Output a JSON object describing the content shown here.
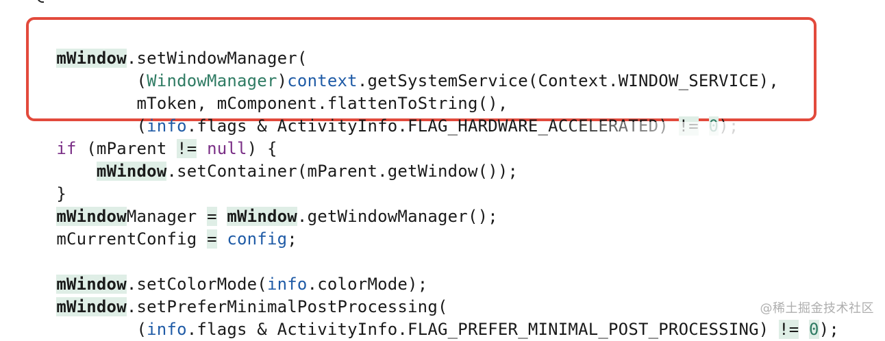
{
  "code": {
    "line1": {
      "id": "mWindow",
      "rest": ".setWindowManager("
    },
    "line2": {
      "indent": "        (",
      "type": "WindowManager",
      "mid": ")",
      "field": "context",
      "rest": ".getSystemService(Context.WINDOW_SERVICE),"
    },
    "line3": {
      "indent": "        ",
      "text": "mToken, mComponent.flattenToString(),"
    },
    "line4": {
      "indent": "        (",
      "field": "info",
      "rest1": ".flags & ActivityInfo.FLAG_HARDWARE_ACCELERATED) ",
      "op": "!=",
      "space": " ",
      "num": "0",
      "rest2": ");"
    },
    "line5": {
      "kw1": "if",
      "mid1": " (mParent ",
      "op": "!=",
      "space": " ",
      "kw2": "null",
      "rest": ") {"
    },
    "line6": {
      "indent": "    ",
      "id": "mWindow",
      "rest": ".setContainer(mParent.getWindow());"
    },
    "line7": {
      "text": "}"
    },
    "line8": {
      "id1": "mWindow",
      "mid1": "Manager ",
      "op": "=",
      "space": " ",
      "id2": "mWindow",
      "rest": ".getWindowManager();"
    },
    "line9": {
      "text": "mCurrentConfig ",
      "op": "=",
      "space": " ",
      "field": "config",
      "rest": ";"
    },
    "line10": {
      "text": ""
    },
    "line11": {
      "id": "mWindow",
      "rest": ".setColorMode(",
      "field": "info",
      "rest2": ".colorMode);"
    },
    "line12": {
      "id": "mWindow",
      "rest": ".setPreferMinimalPostProcessing("
    },
    "line13": {
      "indent": "        (",
      "field": "info",
      "rest1": ".flags & ActivityInfo.FLAG_PREFER_MINIMAL_POST_PROCESSING) ",
      "op": "!=",
      "space": " ",
      "num": "0",
      "rest2": ");"
    }
  },
  "watermark": "@稀土掘金技术社区",
  "colors": {
    "highlight": "#dfeee6",
    "annotation_border": "#e24a3c",
    "keyword": "#7a2f86",
    "type": "#2f7b63",
    "field": "#1f5ba6"
  }
}
